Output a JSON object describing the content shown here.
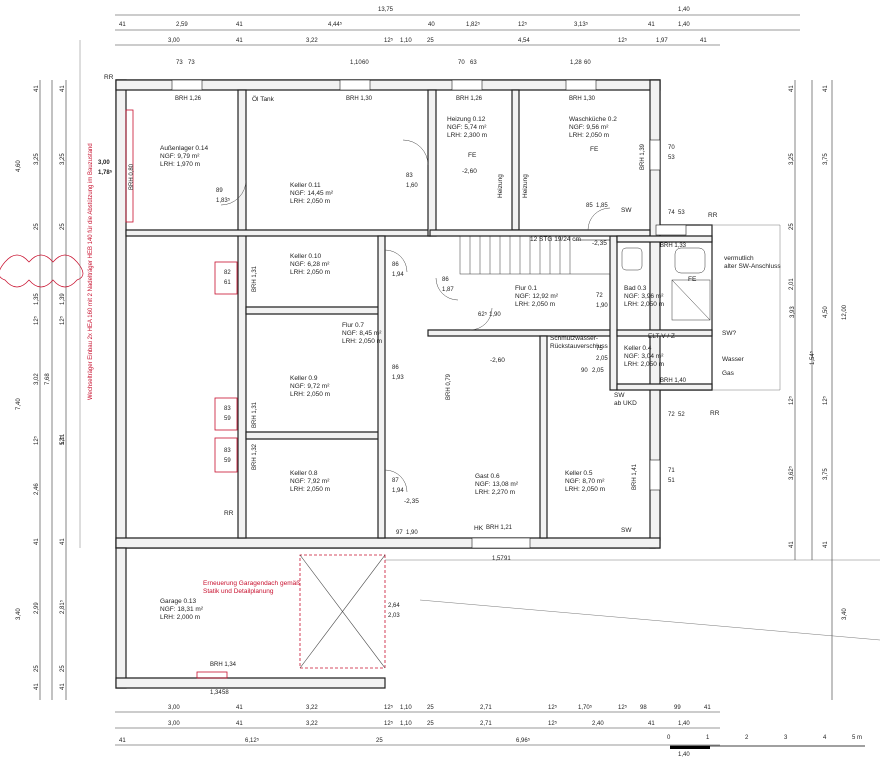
{
  "rooms": [
    {
      "id": "aussenlager",
      "name": "Außenlager 0.14",
      "ngf": "NGF:  9,79 m²",
      "lrh": "LRH:  1,970 m"
    },
    {
      "id": "keller011",
      "name": "Keller 0.11",
      "ngf": "NGF:  14,45 m²",
      "lrh": "LRH:  2,050 m"
    },
    {
      "id": "heizung",
      "name": "Heizung 0.12",
      "ngf": "NGF:  5,74 m²",
      "lrh": "LRH:  2,300 m"
    },
    {
      "id": "waschkueche",
      "name": "Waschküche 0.2",
      "ngf": "NGF:  9,56 m²",
      "lrh": "LRH:  2,050 m"
    },
    {
      "id": "keller010",
      "name": "Keller 0.10",
      "ngf": "NGF:  6,28 m²",
      "lrh": "LRH:  2,050 m"
    },
    {
      "id": "flur01",
      "name": "Flur 0.1",
      "ngf": "NGF:  12,92 m²",
      "lrh": "LRH:  2,050 m"
    },
    {
      "id": "bad03",
      "name": "Bad 0.3",
      "ngf": "NGF:  3,96 m²",
      "lrh": "LRH:  2,050 m"
    },
    {
      "id": "flur07",
      "name": "Flur 0.7",
      "ngf": "NGF:  8,45 m²",
      "lrh": "LRH:  2,050 m"
    },
    {
      "id": "keller04",
      "name": "Keller 0.4",
      "ngf": "NGF:  3,04 m²",
      "lrh": "LRH:  2,050 m"
    },
    {
      "id": "keller09",
      "name": "Keller 0.9",
      "ngf": "NGF:  9,72 m²",
      "lrh": "LRH:  2,050 m"
    },
    {
      "id": "keller08",
      "name": "Keller 0.8",
      "ngf": "NGF:  7,92 m²",
      "lrh": "LRH:  2,050 m"
    },
    {
      "id": "gast06",
      "name": "Gast 0.6",
      "ngf": "NGF:  13,08 m²",
      "lrh": "LRH:  2,270 m"
    },
    {
      "id": "keller05",
      "name": "Keller 0.5",
      "ngf": "NGF:  8,70 m²",
      "lrh": "LRH:  2,050 m"
    },
    {
      "id": "garage",
      "name": "Garage 0.13",
      "ngf": "NGF:  18,31 m²",
      "lrh": "LRH:  2,000 m"
    }
  ],
  "labels": {
    "oel_tank": "Öl Tank",
    "rr": "RR",
    "fe": "FE",
    "heizung": "Heizung",
    "stair": "12 STG 19/24 cm",
    "schmutz1": "Schmutzwasser-",
    "schmutz2": "Rückstauverschluss",
    "vermutlich1": "vermutlich",
    "vermutlich2": "alter SW-Anschluss",
    "sw": "SW",
    "sw_q": "SW?",
    "sw_uk": "SW\nab UKD",
    "wasser": "Wasser",
    "gas": "Gas",
    "eltv": "ELT-V / Z",
    "hk": "HK",
    "garage_note1": "Erneuerung Garagendach gemäß",
    "garage_note2": "Statik und Detailplanung",
    "steel_note": "Wechselträger Einbau 2x HEA 160 mit 2 Nadelträger HEB 140 für die Abstützung im  Bauzustand",
    "spot_260": "-2,60",
    "spot_235": "-2,35"
  },
  "brh": [
    "BRH 1,26",
    "BRH 1,30",
    "BRH 1,26",
    "BRH 1,30",
    "BRH 1,39",
    "BRH 1,33",
    "BRH 0,80",
    "BRH 1,31",
    "BRH 1,31",
    "BRH 1,32",
    "BRH 0,79",
    "BRH 1,40",
    "BRH 1,41",
    "BRH 1,21",
    "BRH 1,34"
  ],
  "dims_top": {
    "row1": [
      "13,75",
      "1,40"
    ],
    "row2": [
      "41",
      "2,59",
      "41",
      "4,44⁵",
      "40",
      "1,82⁵",
      "12⁵",
      "3,13⁵",
      "41",
      "1,40"
    ],
    "row3": [
      "3,00",
      "41",
      "3,22",
      "12⁵",
      "1,10",
      "25",
      "4,54",
      "12⁵",
      "1,97",
      "41"
    ]
  },
  "dims_bottom": {
    "row1": [
      "3,00",
      "41",
      "3,22",
      "12⁵",
      "1,10",
      "25",
      "2,71",
      "12⁵",
      "1,70⁵",
      "12⁵",
      "98",
      "99",
      "41"
    ],
    "row2": [
      "3,00",
      "41",
      "3,22",
      "12⁵",
      "1,10",
      "25",
      "2,71",
      "12⁵",
      "2,40",
      "41",
      "1,40"
    ],
    "row3": [
      "41",
      "6,12⁵",
      "25",
      "6,96⁵"
    ]
  },
  "dims_left": {
    "outer": [
      "4,60",
      "7,40",
      "3,40"
    ],
    "mid": [
      "41",
      "3,25",
      "25",
      "1,35",
      "12⁵",
      "3,02",
      "12⁵",
      "2,46",
      "41",
      "2,99",
      "25",
      "41"
    ],
    "inner": [
      "41",
      "3,25",
      "25",
      "1,39",
      "12⁵",
      "7,68",
      "12⁵",
      "5,11",
      "41",
      "2,81⁵",
      "25",
      "41"
    ]
  },
  "dims_right": {
    "a": [
      "41",
      "3,25",
      "25",
      "2,01",
      "1,54⁵",
      "12⁵",
      "3,62⁵",
      "41"
    ],
    "b": [
      "41",
      "3,75",
      "3,93",
      "12⁵",
      "3,75",
      "41"
    ],
    "c": [
      "12,00",
      "4,50",
      "3,40"
    ]
  },
  "door_marks": [
    "73",
    "73",
    "1,10",
    "60",
    "70",
    "63",
    "1,28",
    "60",
    "89",
    "1,83⁵",
    "83",
    "1,60",
    "85",
    "1,85",
    "86",
    "1,87",
    "62⁵",
    "1,90",
    "72",
    "1,90",
    "75",
    "2,05",
    "90",
    "2,05",
    "86",
    "1,94",
    "86",
    "1,93",
    "87",
    "1,94",
    "97",
    "1,90",
    "2,64",
    "2,03",
    "1,57",
    "91",
    "1,34",
    "58",
    "70",
    "53",
    "74",
    "53",
    "72",
    "52",
    "71",
    "51",
    "82",
    "61",
    "83",
    "59",
    "83",
    "59",
    "3,00",
    "1,78⁵"
  ],
  "scale": {
    "ticks": [
      "0",
      "1",
      "2",
      "3",
      "4",
      "5 m"
    ],
    "sub": "1,40"
  }
}
